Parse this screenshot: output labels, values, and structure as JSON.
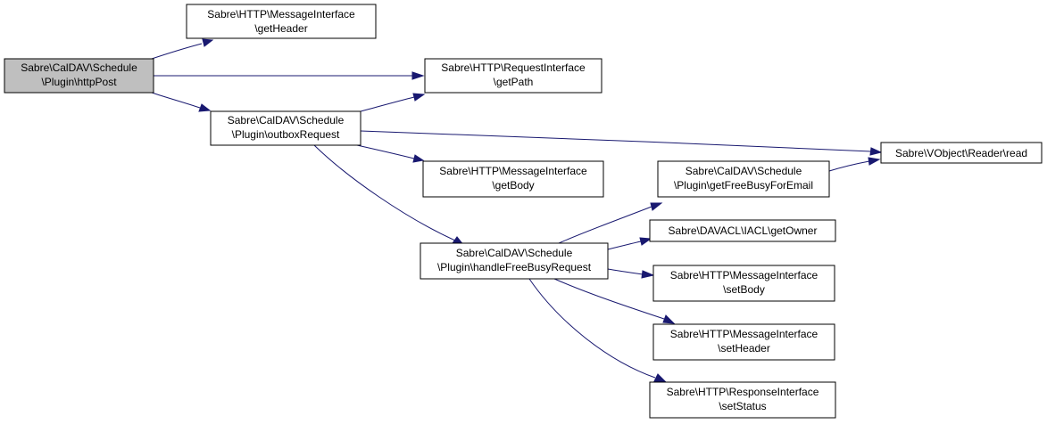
{
  "colors": {
    "edge": "#191970",
    "root_fill": "#bfbfbf",
    "node_fill": "#ffffff",
    "node_stroke": "#000000"
  },
  "nodes": {
    "httpPost": [
      "Sabre\\CalDAV\\Schedule",
      "\\Plugin\\httpPost"
    ],
    "getHeader": [
      "Sabre\\HTTP\\MessageInterface",
      "\\getHeader"
    ],
    "getPath": [
      "Sabre\\HTTP\\RequestInterface",
      "\\getPath"
    ],
    "outboxRequest": [
      "Sabre\\CalDAV\\Schedule",
      "\\Plugin\\outboxRequest"
    ],
    "read": [
      "Sabre\\VObject\\Reader\\read"
    ],
    "getBody": [
      "Sabre\\HTTP\\MessageInterface",
      "\\getBody"
    ],
    "getFreeBusyForEmail": [
      "Sabre\\CalDAV\\Schedule",
      "\\Plugin\\getFreeBusyForEmail"
    ],
    "handleFreeBusyRequest": [
      "Sabre\\CalDAV\\Schedule",
      "\\Plugin\\handleFreeBusyRequest"
    ],
    "getOwner": [
      "Sabre\\DAVACL\\IACL\\getOwner"
    ],
    "setBody": [
      "Sabre\\HTTP\\MessageInterface",
      "\\setBody"
    ],
    "setHeader": [
      "Sabre\\HTTP\\MessageInterface",
      "\\setHeader"
    ],
    "setStatus": [
      "Sabre\\HTTP\\ResponseInterface",
      "\\setStatus"
    ]
  },
  "edges": [
    [
      "httpPost",
      "getHeader"
    ],
    [
      "httpPost",
      "getPath"
    ],
    [
      "httpPost",
      "outboxRequest"
    ],
    [
      "outboxRequest",
      "getPath"
    ],
    [
      "outboxRequest",
      "read"
    ],
    [
      "outboxRequest",
      "getBody"
    ],
    [
      "outboxRequest",
      "handleFreeBusyRequest"
    ],
    [
      "getFreeBusyForEmail",
      "read"
    ],
    [
      "handleFreeBusyRequest",
      "getFreeBusyForEmail"
    ],
    [
      "handleFreeBusyRequest",
      "getOwner"
    ],
    [
      "handleFreeBusyRequest",
      "setBody"
    ],
    [
      "handleFreeBusyRequest",
      "setHeader"
    ],
    [
      "handleFreeBusyRequest",
      "setStatus"
    ]
  ]
}
